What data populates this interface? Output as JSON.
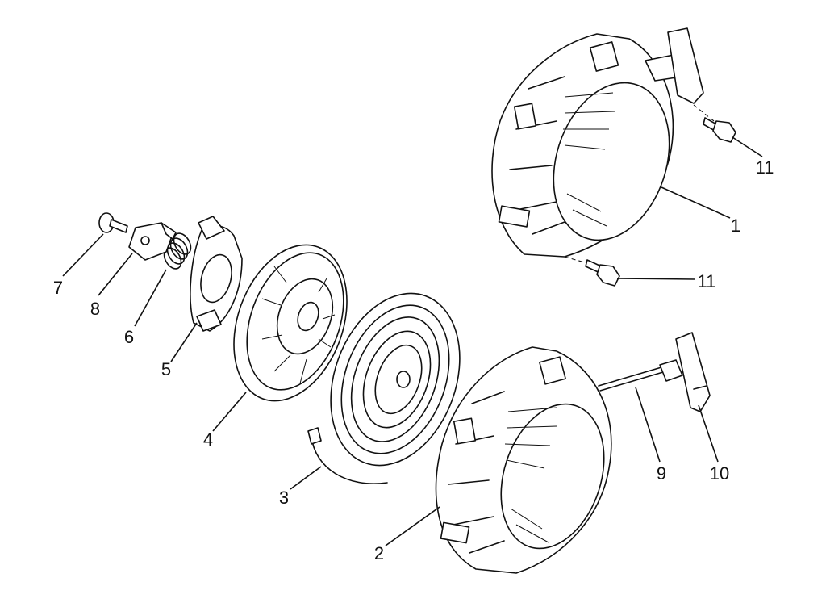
{
  "callouts": [
    {
      "id": "callout-1",
      "label": "1"
    },
    {
      "id": "callout-2",
      "label": "2"
    },
    {
      "id": "callout-3",
      "label": "3"
    },
    {
      "id": "callout-4",
      "label": "4"
    },
    {
      "id": "callout-5",
      "label": "5"
    },
    {
      "id": "callout-6",
      "label": "6"
    },
    {
      "id": "callout-7",
      "label": "7"
    },
    {
      "id": "callout-8",
      "label": "8"
    },
    {
      "id": "callout-9",
      "label": "9"
    },
    {
      "id": "callout-10",
      "label": "10"
    },
    {
      "id": "callout-11a",
      "label": "11"
    },
    {
      "id": "callout-11b",
      "label": "11"
    }
  ]
}
